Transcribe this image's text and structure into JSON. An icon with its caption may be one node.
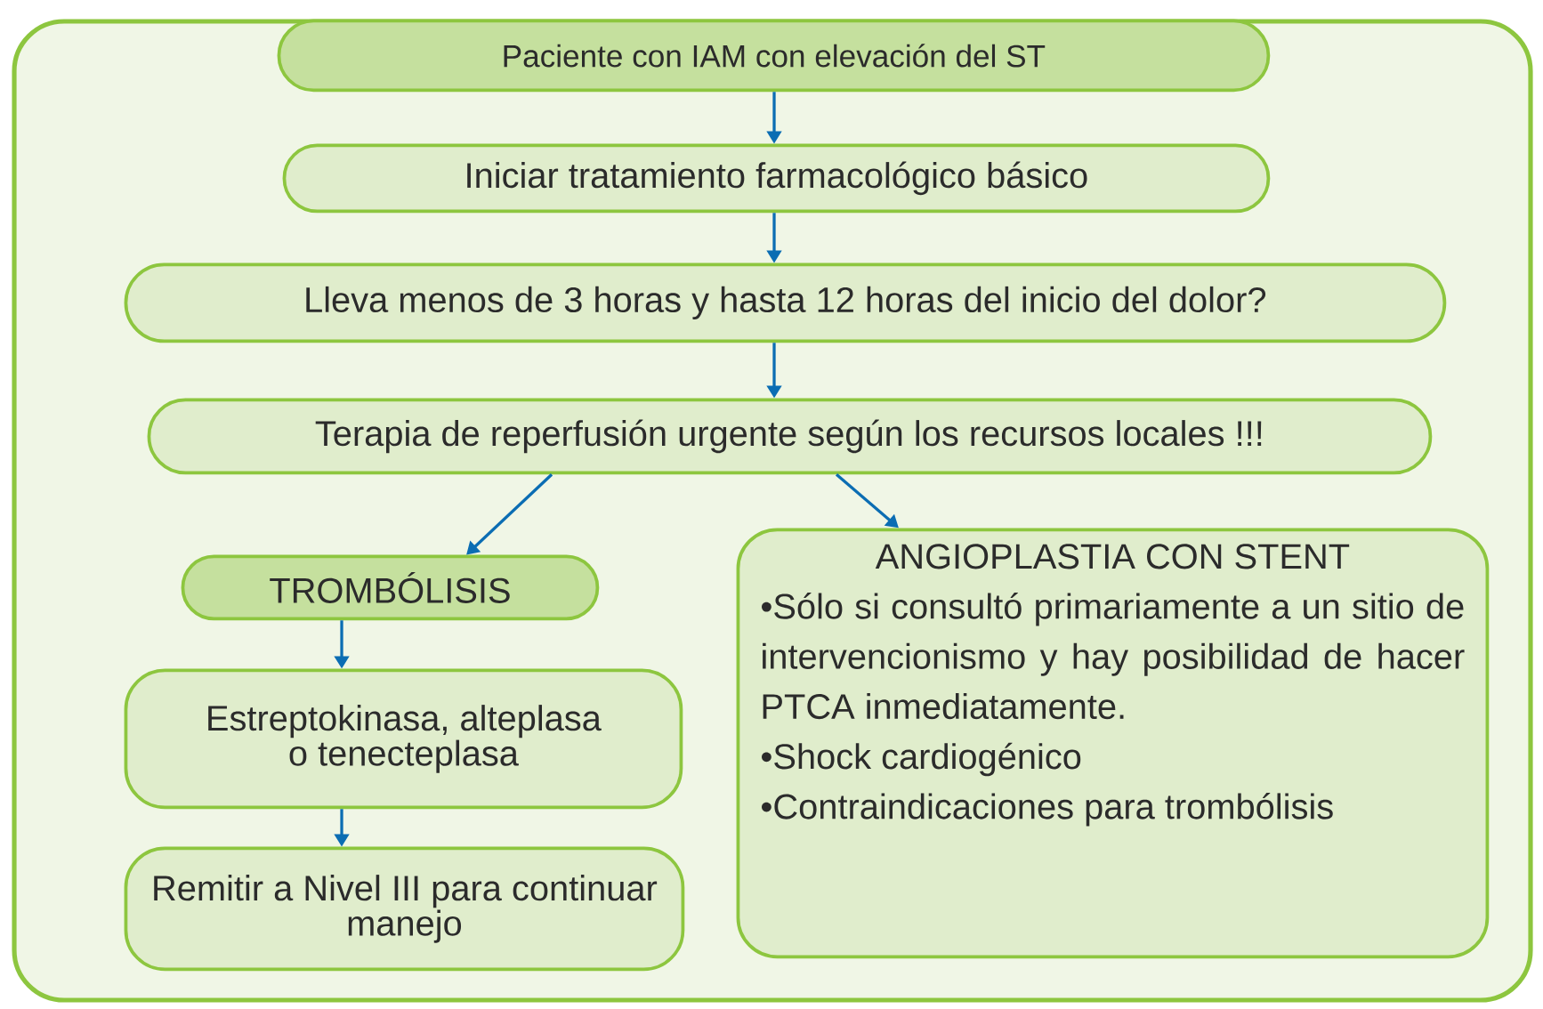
{
  "diagram": {
    "nodes": [
      {
        "text": [],
        "shape": "box"
      },
      {
        "text": [
          "Paciente con IAM con elevación del ST"
        ],
        "in": 0
      },
      {
        "text": [
          "Iniciar tratamiento farmacológico básico"
        ],
        "in": 0
      },
      {
        "text": [
          "Lleva menos de 3 horas y hasta 12 horas del inicio del dolor?"
        ],
        "in": 0
      },
      {
        "text": [
          "Terapia de reperfusión urgente según los recursos locales !!!"
        ],
        "in": 0
      },
      {
        "text": [
          "TROMBÓLISIS"
        ],
        "in": 0
      },
      {
        "text": [
          "Estreptokinasa, alteplasa o tenecteplasa"
        ],
        "in": 0
      },
      {
        "text": [
          "Remitir a Nivel III para continuar manejo"
        ],
        "in": 0
      },
      {
        "text": [
          "ANGIOPLASTIA CON STENT",
          "•Sólo si consultó primariamente a un sitio de intervencionismo y hay posibilidad de hacer PTCA inmediatamente.",
          "•Shock cardiogénico",
          "•Contraindicaciones para trombólisis"
        ],
        "in": 0
      }
    ],
    "edges": [
      {
        "from": 1,
        "to": 2,
        "arrow": "to"
      },
      {
        "from": 2,
        "to": 3,
        "arrow": "to"
      },
      {
        "from": 3,
        "to": 4,
        "arrow": "to"
      },
      {
        "from": 4,
        "to": 5,
        "arrow": "to"
      },
      {
        "from": 4,
        "to": 8,
        "arrow": "to"
      },
      {
        "from": 5,
        "to": 6,
        "arrow": "to"
      },
      {
        "from": 6,
        "to": 7,
        "arrow": "to"
      }
    ]
  }
}
